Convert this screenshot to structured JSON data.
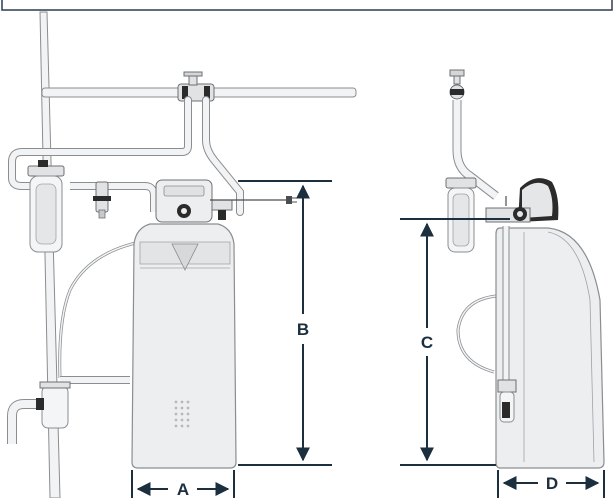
{
  "dimension_labels": {
    "a": "A",
    "b": "B",
    "c": "C",
    "d": "D"
  },
  "colors": {
    "dimension_line": "#1c2f3f",
    "frame_border": "#2a3d4f",
    "outline": "#8a8d91",
    "body_fill": "#eceef0",
    "pipe_fill": "#f2f3f4"
  }
}
